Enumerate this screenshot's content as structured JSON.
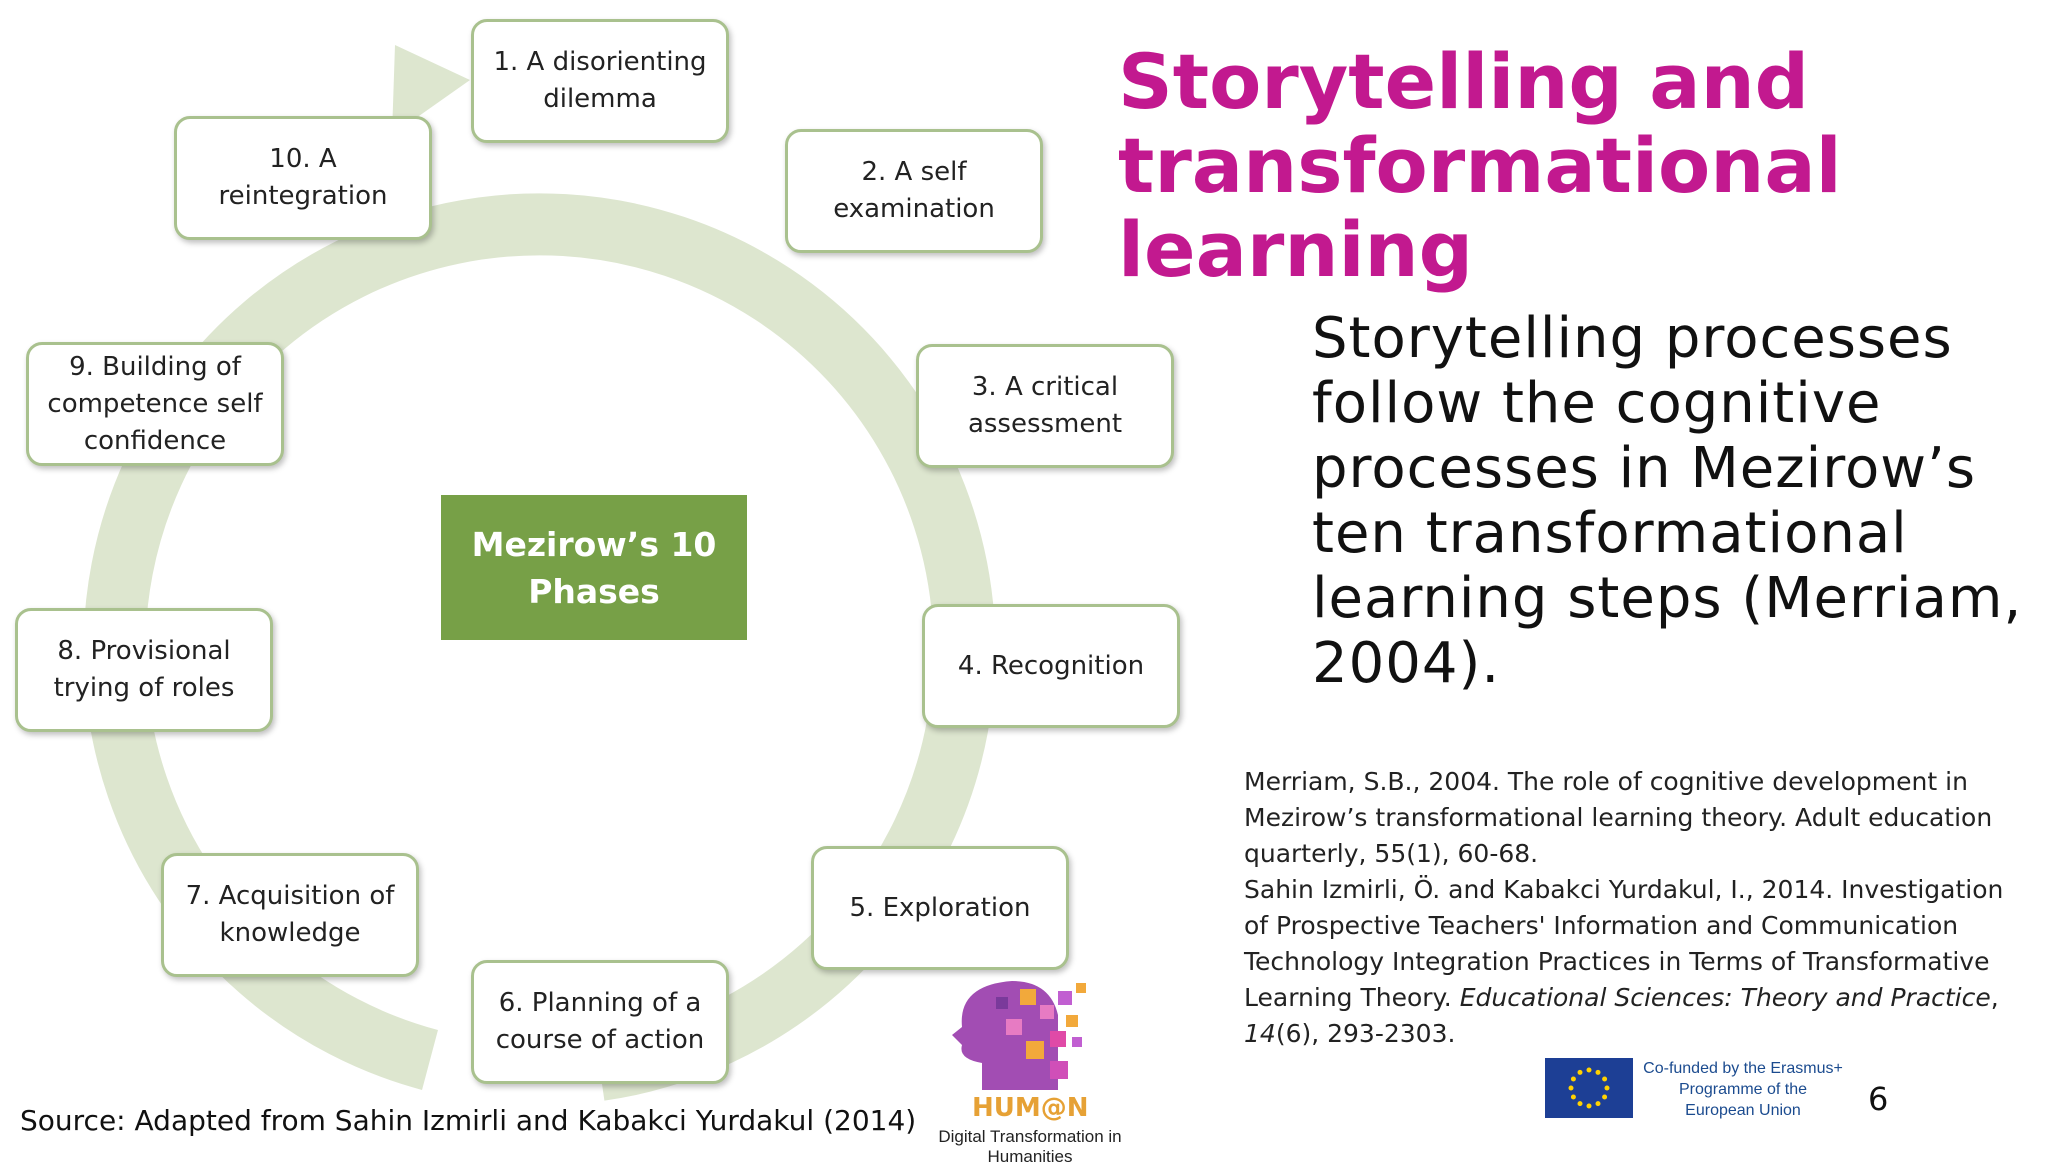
{
  "slide": {
    "title": "Storytelling and transformational learning",
    "body": "Storytelling processes follow the cognitive processes in Mezirow’s ten transformational learning steps (Merriam, 2004).",
    "references": [
      {
        "text": "Merriam, S.B., 2004. The role of cognitive development in Mezirow’s transformational learning theory. Adult education quarterly, 55(1), 60-68."
      },
      {
        "text_before": "Sahin Izmirli, Ö. and Kabakci Yurdakul, I., 2014. Investigation of Prospective Teachers' Information and Communication Technology Integration Practices in Terms of Transformative Learning Theory. ",
        "journal": "Educational Sciences: Theory and Practice",
        "sep": ", ",
        "volume": "14",
        "rest": "(6), 293-2303."
      }
    ],
    "source": "Source: Adapted from Sahin Izmirli and Kabakci Yurdakul (2014)",
    "page_number": "6"
  },
  "diagram": {
    "center_label": "Mezirow’s 10 Phases",
    "phases": [
      "1. A disorienting dilemma",
      "2. A self examination",
      "3. A critical assessment",
      "4. Recognition",
      "5. Exploration",
      "6. Planning of a course of action",
      "7. Acquisition of knowledge",
      "8. Provisional trying of roles",
      "9. Building of competence self confidence",
      "10. A reintegration"
    ],
    "colors": {
      "box_border": "#a9c18e",
      "center_fill": "#77a047",
      "cycle_arrow": "#dde6cf",
      "title": "#c2198f"
    }
  },
  "logos": {
    "human": {
      "wordmark": "HUM@N",
      "tagline": "Digital Transformation in Humanities"
    },
    "eu": {
      "text": "Co-funded by the Erasmus+ Programme of the European Union"
    }
  }
}
